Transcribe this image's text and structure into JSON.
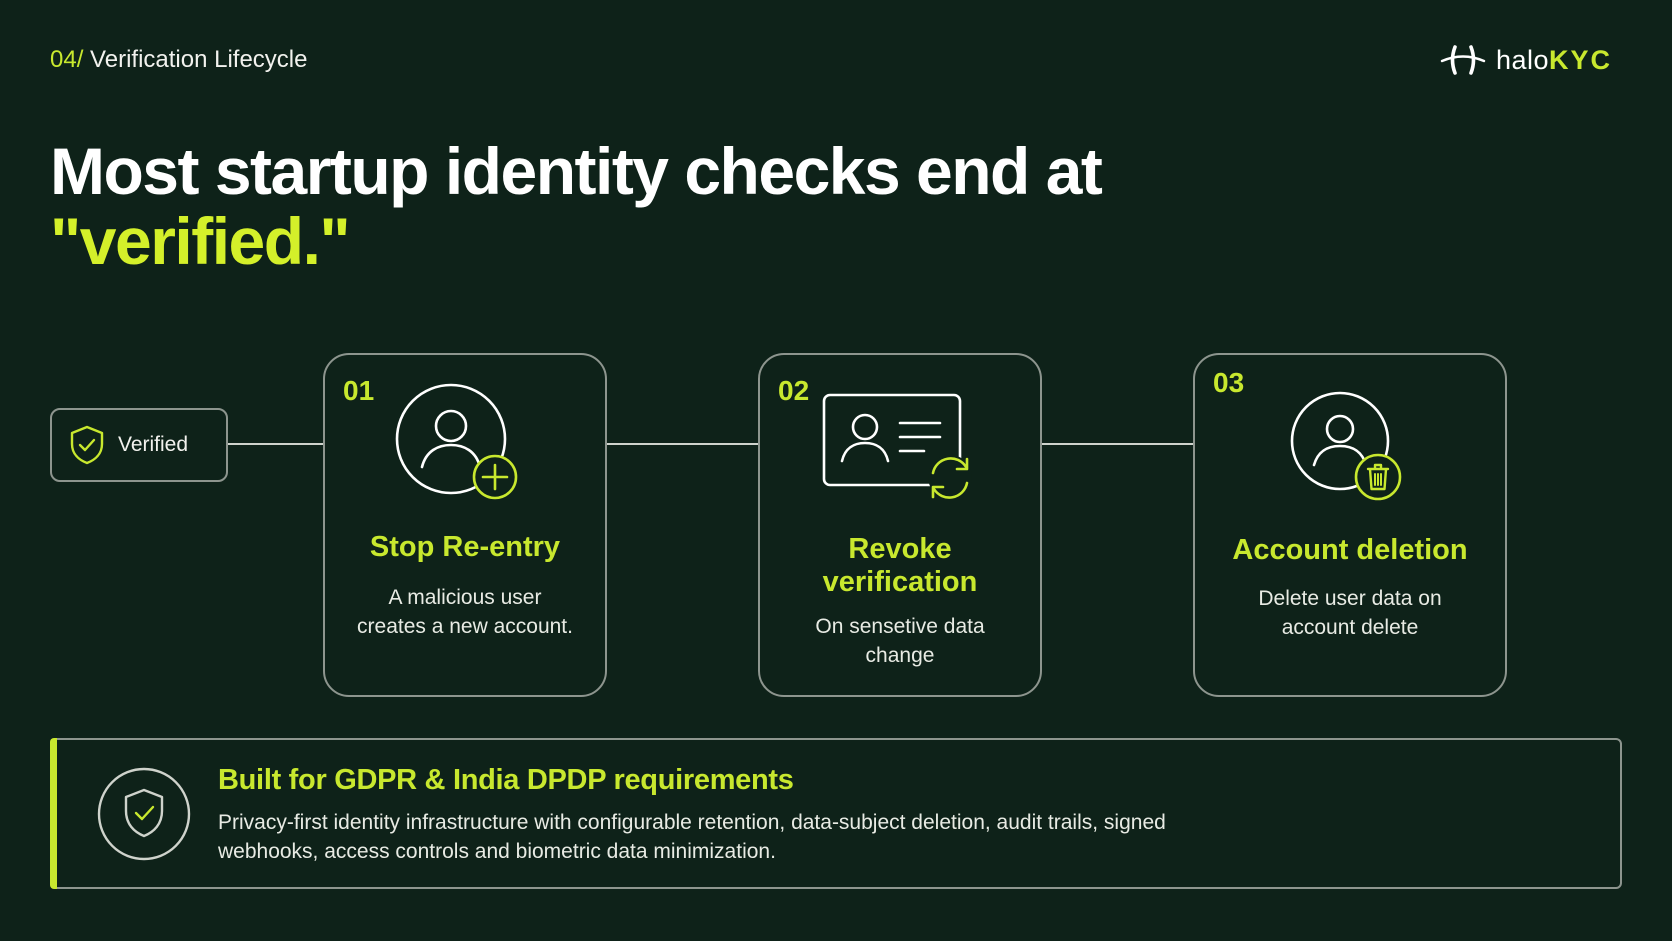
{
  "header": {
    "section_number": "04/",
    "section_title": "Verification Lifecycle",
    "logo": {
      "icon": "halo-h-logo-icon",
      "word_primary": "halo",
      "word_accent": "KYC"
    }
  },
  "headline": {
    "line1": "Most startup identity checks end at",
    "line2": "\"verified.\""
  },
  "verified_badge": {
    "icon": "shield-check-icon",
    "label": "Verified"
  },
  "steps": [
    {
      "number": "01",
      "icon": "user-add-icon",
      "title": "Stop Re-entry",
      "description": "A malicious user creates a new account."
    },
    {
      "number": "02",
      "icon": "id-card-refresh-icon",
      "title": "Revoke verification",
      "description": "On sensetive data change"
    },
    {
      "number": "03",
      "icon": "user-delete-icon",
      "title": "Account deletion",
      "description": "Delete user data on account delete"
    }
  ],
  "compliance_banner": {
    "icon": "shield-check-icon",
    "title": "Built for GDPR & India DPDP requirements",
    "description": "Privacy-first identity infrastructure with configurable retention, data-subject deletion, audit trails, signed webhooks, access controls and biometric data minimization."
  },
  "colors": {
    "background": "#0e2219",
    "accent": "#c8e82e",
    "border": "#8d958e",
    "text": "#ffffff"
  }
}
